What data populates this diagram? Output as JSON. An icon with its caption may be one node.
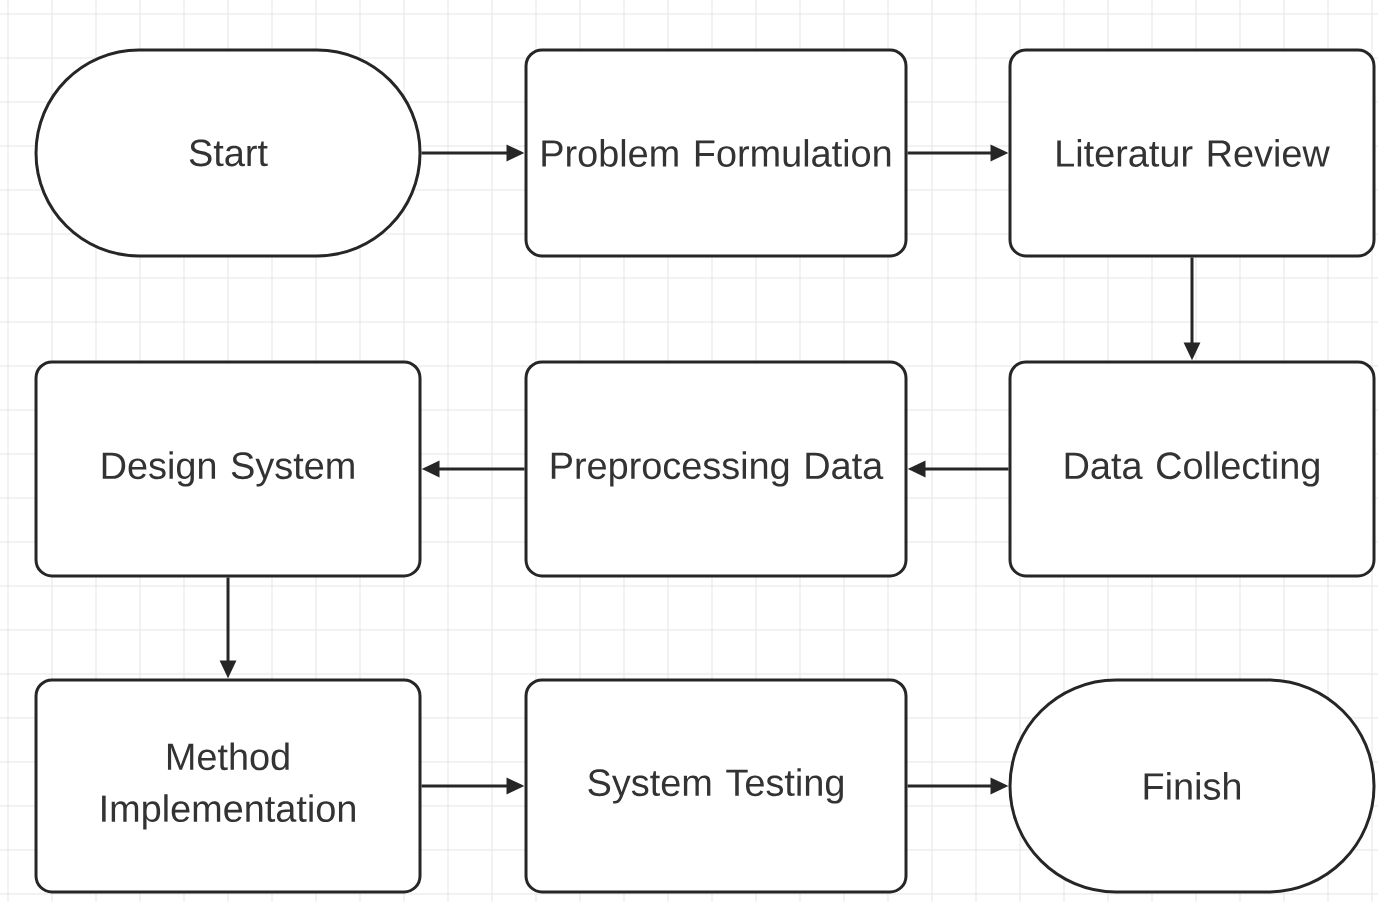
{
  "diagram": {
    "nodes": [
      {
        "text": [
          "Start"
        ]
      },
      {
        "text": [
          "Problem Formulation"
        ]
      },
      {
        "text": [
          "Literatur Review"
        ]
      },
      {
        "text": [
          "Data Collecting"
        ]
      },
      {
        "text": [
          "Preprocessing Data"
        ]
      },
      {
        "text": [
          "Design System"
        ]
      },
      {
        "text": [
          "Method Implementation"
        ]
      },
      {
        "text": [
          "System Testing"
        ]
      },
      {
        "text": [
          "Finish"
        ]
      }
    ],
    "edges": [
      {
        "from": 0,
        "to": 1,
        "arrow": "to"
      },
      {
        "from": 1,
        "to": 2,
        "arrow": "to"
      },
      {
        "from": 2,
        "to": 3,
        "arrow": "to"
      },
      {
        "from": 3,
        "to": 4,
        "arrow": "to"
      },
      {
        "from": 4,
        "to": 5,
        "arrow": "to"
      },
      {
        "from": 5,
        "to": 6,
        "arrow": "to"
      },
      {
        "from": 6,
        "to": 7,
        "arrow": "to"
      },
      {
        "from": 7,
        "to": 8,
        "arrow": "to"
      }
    ]
  }
}
